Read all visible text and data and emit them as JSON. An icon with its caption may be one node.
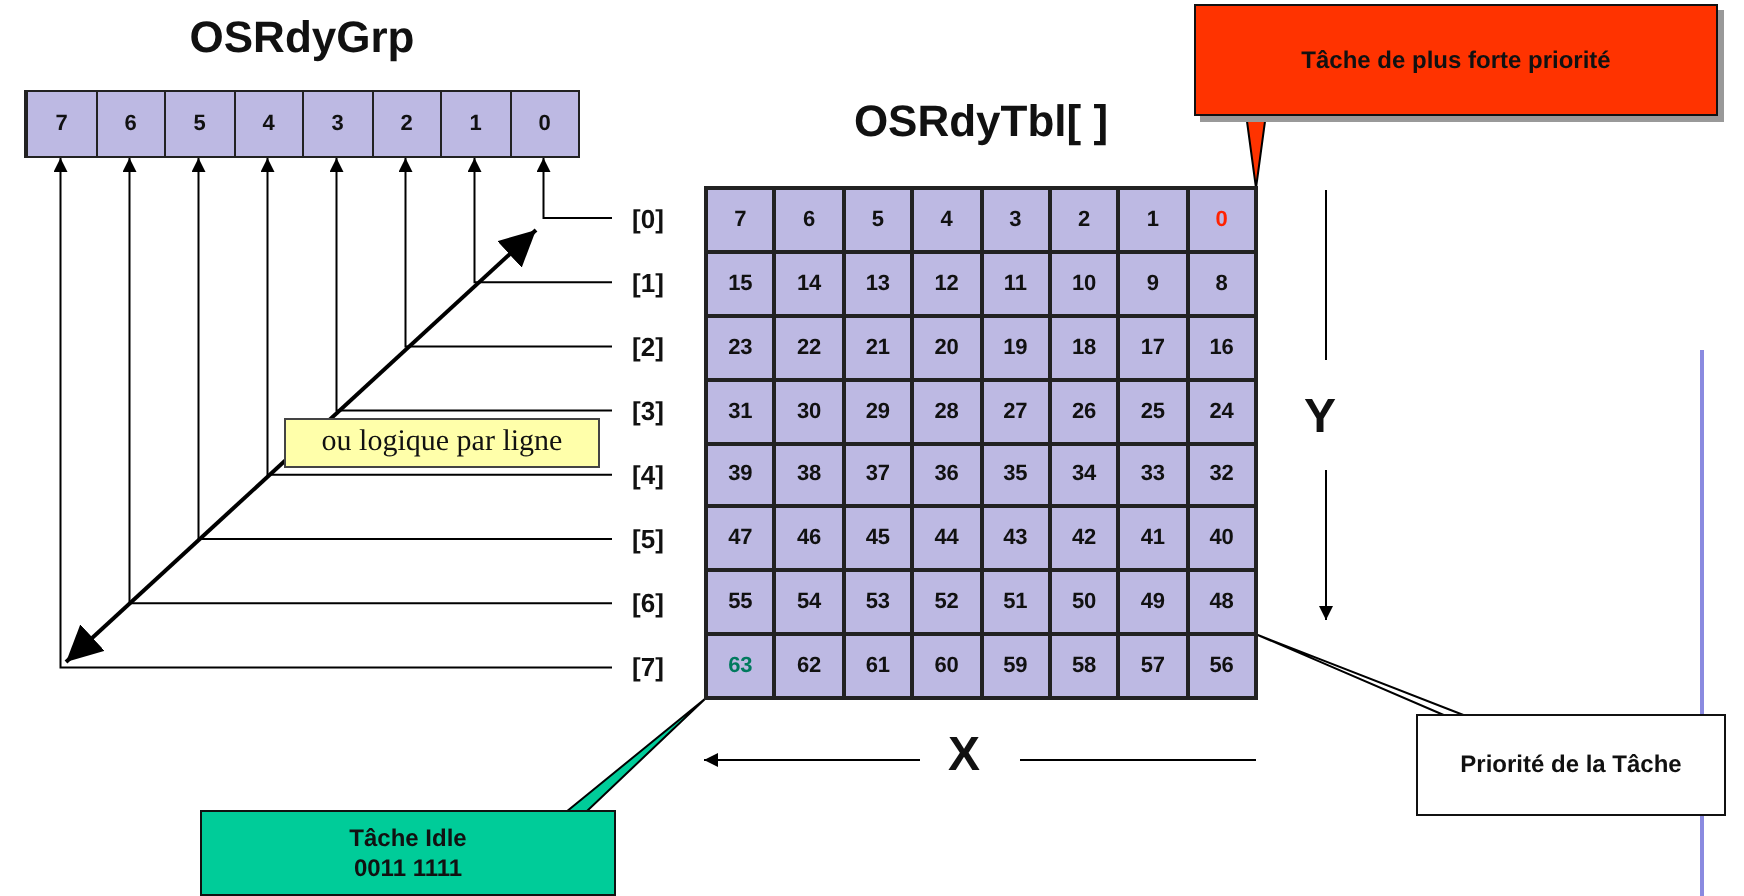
{
  "diagram": {
    "nodes": [
      {
        "text": [
          "OSRdyGrp"
        ]
      },
      {
        "text": [
          "7"
        ],
        "in": 0
      },
      {
        "text": [
          "6"
        ],
        "in": 0
      },
      {
        "text": [
          "5"
        ],
        "in": 0
      },
      {
        "text": [
          "4"
        ],
        "in": 0
      },
      {
        "text": [
          "3"
        ],
        "in": 0
      },
      {
        "text": [
          "2"
        ],
        "in": 0
      },
      {
        "text": [
          "1"
        ],
        "in": 0
      },
      {
        "text": [
          "0"
        ],
        "in": 0
      },
      {
        "text": [
          "[0]"
        ]
      },
      {
        "text": [
          "[1]"
        ]
      },
      {
        "text": [
          "[2]"
        ]
      },
      {
        "text": [
          "[3]"
        ]
      },
      {
        "text": [
          "[4]"
        ]
      },
      {
        "text": [
          "[5]"
        ]
      },
      {
        "text": [
          "[6]"
        ]
      },
      {
        "text": [
          "[7]"
        ]
      },
      {
        "text": [
          "ou logique par ligne"
        ]
      },
      {
        "text": [
          "OSRdyTbl[ ]"
        ]
      },
      {
        "text": [
          "7"
        ],
        "in": 18
      },
      {
        "text": [
          "6"
        ],
        "in": 18
      },
      {
        "text": [
          "5"
        ],
        "in": 18
      },
      {
        "text": [
          "4"
        ],
        "in": 18
      },
      {
        "text": [
          "3"
        ],
        "in": 18
      },
      {
        "text": [
          "2"
        ],
        "in": 18
      },
      {
        "text": [
          "1"
        ],
        "in": 18
      },
      {
        "text": [
          "0"
        ],
        "in": 18
      },
      {
        "text": [
          "15"
        ],
        "in": 18
      },
      {
        "text": [
          "14"
        ],
        "in": 18
      },
      {
        "text": [
          "13"
        ],
        "in": 18
      },
      {
        "text": [
          "12"
        ],
        "in": 18
      },
      {
        "text": [
          "11"
        ],
        "in": 18
      },
      {
        "text": [
          "10"
        ],
        "in": 18
      },
      {
        "text": [
          "9"
        ],
        "in": 18
      },
      {
        "text": [
          "8"
        ],
        "in": 18
      },
      {
        "text": [
          "23"
        ],
        "in": 18
      },
      {
        "text": [
          "22"
        ],
        "in": 18
      },
      {
        "text": [
          "21"
        ],
        "in": 18
      },
      {
        "text": [
          "20"
        ],
        "in": 18
      },
      {
        "text": [
          "19"
        ],
        "in": 18
      },
      {
        "text": [
          "18"
        ],
        "in": 18
      },
      {
        "text": [
          "17"
        ],
        "in": 18
      },
      {
        "text": [
          "16"
        ],
        "in": 18
      },
      {
        "text": [
          "31"
        ],
        "in": 18
      },
      {
        "text": [
          "30"
        ],
        "in": 18
      },
      {
        "text": [
          "29"
        ],
        "in": 18
      },
      {
        "text": [
          "28"
        ],
        "in": 18
      },
      {
        "text": [
          "27"
        ],
        "in": 18
      },
      {
        "text": [
          "26"
        ],
        "in": 18
      },
      {
        "text": [
          "25"
        ],
        "in": 18
      },
      {
        "text": [
          "24"
        ],
        "in": 18
      },
      {
        "text": [
          "39"
        ],
        "in": 18
      },
      {
        "text": [
          "38"
        ],
        "in": 18
      },
      {
        "text": [
          "37"
        ],
        "in": 18
      },
      {
        "text": [
          "36"
        ],
        "in": 18
      },
      {
        "text": [
          "35"
        ],
        "in": 18
      },
      {
        "text": [
          "34"
        ],
        "in": 18
      },
      {
        "text": [
          "33"
        ],
        "in": 18
      },
      {
        "text": [
          "32"
        ],
        "in": 18
      },
      {
        "text": [
          "47"
        ],
        "in": 18
      },
      {
        "text": [
          "46"
        ],
        "in": 18
      },
      {
        "text": [
          "45"
        ],
        "in": 18
      },
      {
        "text": [
          "44"
        ],
        "in": 18
      },
      {
        "text": [
          "43"
        ],
        "in": 18
      },
      {
        "text": [
          "42"
        ],
        "in": 18
      },
      {
        "text": [
          "41"
        ],
        "in": 18
      },
      {
        "text": [
          "40"
        ],
        "in": 18
      },
      {
        "text": [
          "55"
        ],
        "in": 18
      },
      {
        "text": [
          "54"
        ],
        "in": 18
      },
      {
        "text": [
          "53"
        ],
        "in": 18
      },
      {
        "text": [
          "52"
        ],
        "in": 18
      },
      {
        "text": [
          "51"
        ],
        "in": 18
      },
      {
        "text": [
          "50"
        ],
        "in": 18
      },
      {
        "text": [
          "49"
        ],
        "in": 18
      },
      {
        "text": [
          "48"
        ],
        "in": 18
      },
      {
        "text": [
          "63"
        ],
        "in": 18
      },
      {
        "text": [
          "62"
        ],
        "in": 18
      },
      {
        "text": [
          "61"
        ],
        "in": 18
      },
      {
        "text": [
          "60"
        ],
        "in": 18
      },
      {
        "text": [
          "59"
        ],
        "in": 18
      },
      {
        "text": [
          "58"
        ],
        "in": 18
      },
      {
        "text": [
          "57"
        ],
        "in": 18
      },
      {
        "text": [
          "56"
        ],
        "in": 18
      },
      {
        "text": [
          "Tâche de plus forte priorité"
        ]
      },
      {
        "text": [
          "Priorité de la Tâche"
        ]
      },
      {
        "text": [
          "Tâche Idle",
          "0011 1111"
        ]
      }
    ],
    "edges": [
      {
        "from": 9,
        "to": 8,
        "arrow": "to"
      },
      {
        "from": 10,
        "to": 7,
        "arrow": "to"
      },
      {
        "from": 11,
        "to": 6,
        "arrow": "to"
      },
      {
        "from": 12,
        "to": 5,
        "arrow": "to"
      },
      {
        "from": 13,
        "to": 4,
        "arrow": "to"
      },
      {
        "from": 14,
        "to": 3,
        "arrow": "to"
      },
      {
        "from": 15,
        "to": 2,
        "arrow": "to"
      },
      {
        "from": 16,
        "to": 1,
        "arrow": "to"
      },
      {
        "from": 83,
        "to": 26,
        "arrow": "none"
      },
      {
        "from": 84,
        "to": 74,
        "arrow": "none"
      },
      {
        "from": 85,
        "to": 75,
        "arrow": "none"
      }
    ],
    "labels": [
      "Y",
      "X"
    ]
  }
}
